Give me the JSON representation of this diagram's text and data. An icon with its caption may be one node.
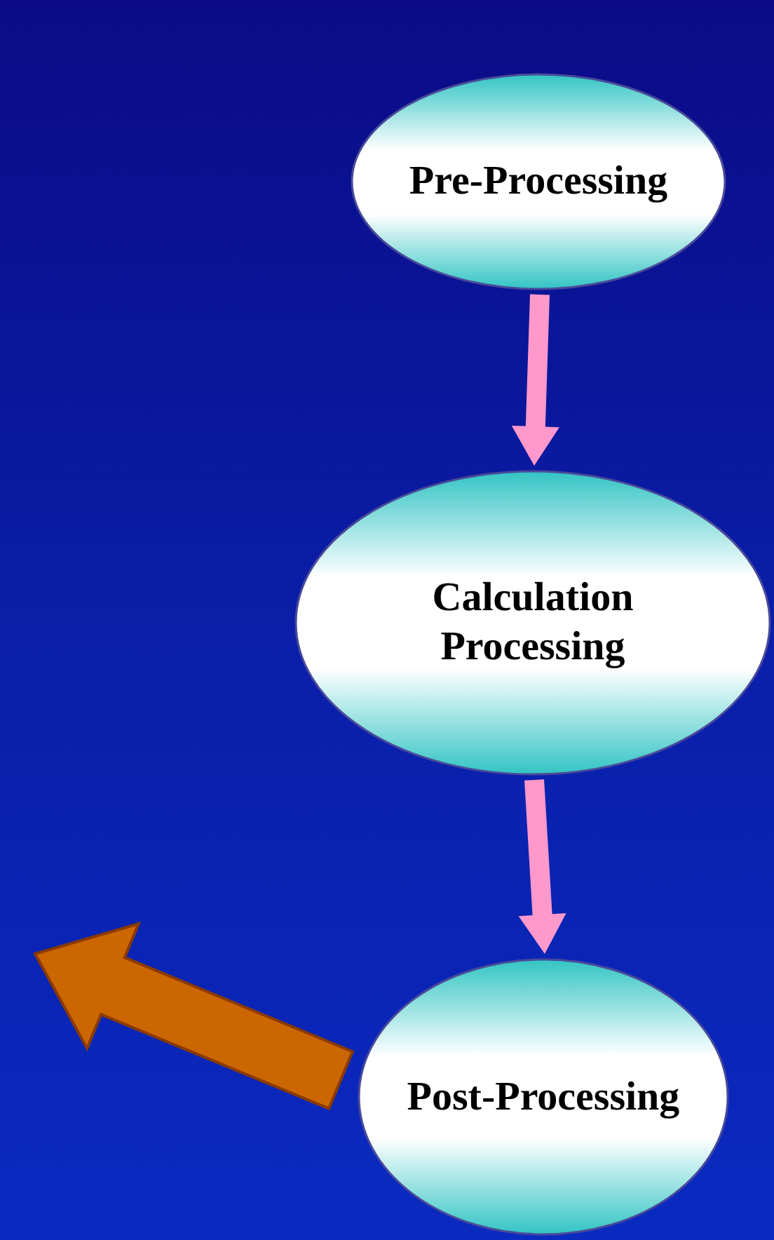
{
  "diagram": {
    "nodes": [
      {
        "text": [
          "Pre-Processing"
        ]
      },
      {
        "text": [
          "Calculation Processing"
        ]
      },
      {
        "text": [
          "Post-Processing"
        ]
      }
    ],
    "edges": [
      {
        "from": 0,
        "to": 1,
        "arrow": "to"
      },
      {
        "from": 1,
        "to": 2,
        "arrow": "to"
      },
      {
        "from": 2,
        "to": null,
        "arrow": "to",
        "style": "thick",
        "color": "#cc6600"
      }
    ]
  }
}
